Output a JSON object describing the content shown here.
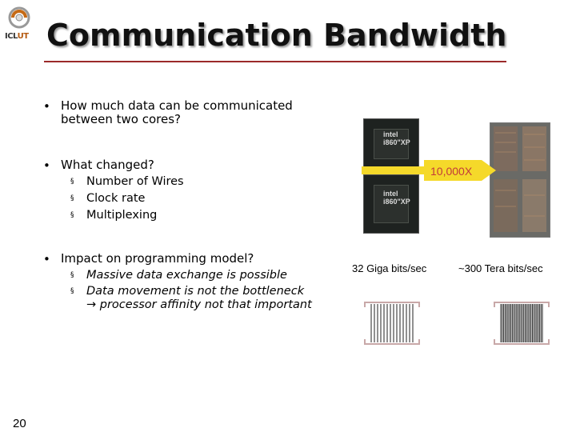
{
  "logo": {
    "text_a": "ICL",
    "text_b": "UT"
  },
  "title": "Communication Bandwidth",
  "bullets": [
    {
      "line1": "How much data can be communicated",
      "line2": "between two cores?"
    },
    {
      "line1": "What changed?",
      "subs": [
        "Number of Wires",
        "Clock rate",
        "Multiplexing"
      ]
    },
    {
      "line1": "Impact on programming model?",
      "subs": [
        "Massive data exchange is possible",
        "Data movement is not the bottleneck"
      ],
      "sub_cont_arrow": "→",
      "sub_cont": "processor affinity not that important"
    }
  ],
  "bullet_glyph": "•",
  "sub_glyph": "§",
  "diagram": {
    "chip_label": "intel\ni860\"XP",
    "multiplier": "10,000X",
    "left_rate": "32 Giga bits/sec",
    "right_rate": "~300 Tera bits/sec",
    "left_wires": 14,
    "right_wires": 30
  },
  "colors": {
    "accent": "#9b2a2a",
    "arrow": "#f5d92a",
    "bus": "#c8a8a8"
  },
  "page_number": "20"
}
